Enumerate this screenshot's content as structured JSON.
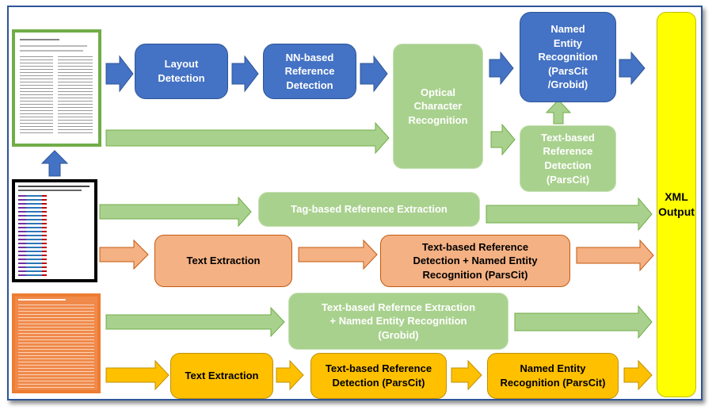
{
  "boxes": {
    "layout_detection": "Layout\nDetection",
    "nn_reference_detection": "NN-based\nReference\nDetection",
    "ocr": "Optical\nCharacter\nRecognition",
    "ner_parscit_grobid": "Named\nEntity\nRecognition\n(ParsCit\n/Grobid)",
    "text_reference_detection_parscit": "Text-based\nReference\nDetection\n(ParsCit)",
    "tag_reference_extraction": "Tag-based Reference Extraction",
    "text_extraction_1": "Text Extraction",
    "text_ref_detection_ner_parscit": "Text-based Reference\nDetection + Named Entity\nRecognition (ParsCit)",
    "text_refernce_extraction_ner_grobid": "Text-based Refernce Extraction\n+ Named Entity Recognition\n(Grobid)",
    "text_extraction_2": "Text Extraction",
    "text_ref_detection_parscit_2": "Text-based Reference\nDetection (ParsCit)",
    "ner_parscit_2": "Named Entity\nRecognition (ParsCit)",
    "xml_output": "XML\nOutput"
  },
  "colors": {
    "blue": "#4472c4",
    "green": "#a9d18e",
    "salmon": "#f4b183",
    "gold": "#ffc000",
    "yellow": "#ffff00",
    "frame": "#2f5597"
  }
}
